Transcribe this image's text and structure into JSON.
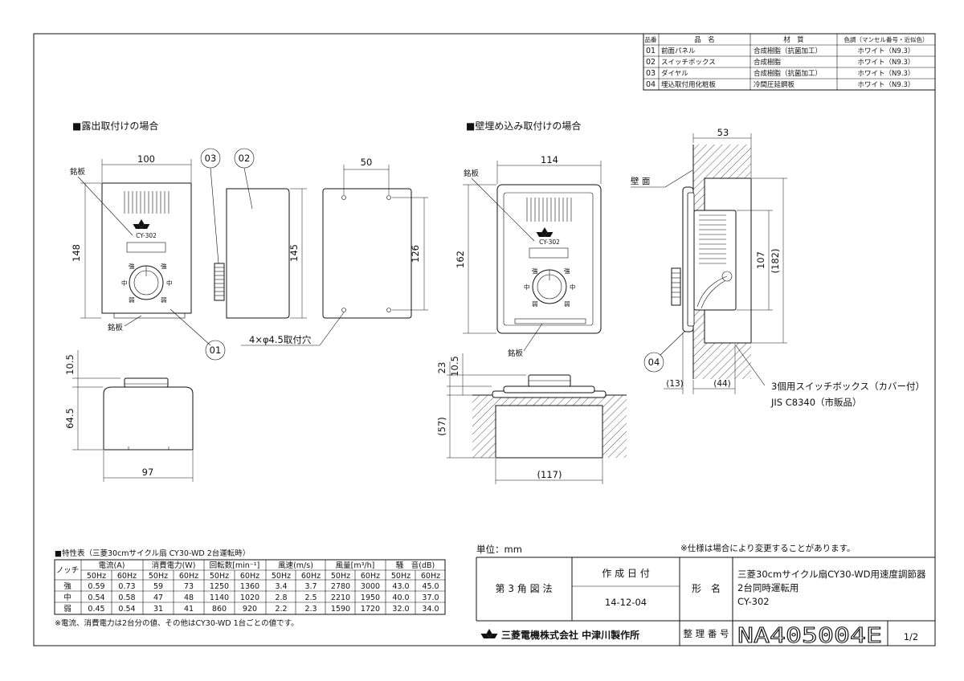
{
  "parts_table": {
    "headers": [
      "品番",
      "品　名",
      "材　質",
      "色調（マンセル番号・近似色）"
    ],
    "rows": [
      {
        "no": "01",
        "name": "前面パネル",
        "material": "合成樹脂（抗菌加工）",
        "color": "ホワイト（N9.3）"
      },
      {
        "no": "02",
        "name": "スイッチボックス",
        "material": "合成樹脂",
        "color": "ホワイト（N9.3）"
      },
      {
        "no": "03",
        "name": "ダイヤル",
        "material": "合成樹脂（抗菌加工）",
        "color": "ホワイト（N9.3）"
      },
      {
        "no": "04",
        "name": "埋込取付用化粧板",
        "material": "冷間圧延鋼板",
        "color": "ホワイト（N9.3）"
      }
    ]
  },
  "sections": {
    "surface": "■露出取付けの場合",
    "flush": "■壁埋め込み取付けの場合"
  },
  "labels": {
    "nameplate": "銘板",
    "wall_surface": "壁 面",
    "mount_holes": "4×φ4.5取付穴",
    "switchbox_line1": "3個用スイッチボックス（カバー付）",
    "switchbox_line2": "JIS C8340（市販品）",
    "device_model": "CY-302",
    "knob_strong": "強",
    "knob_medium": "中",
    "knob_weak": "弱"
  },
  "callouts": {
    "c01": "01",
    "c02": "02",
    "c03": "03",
    "c04": "04"
  },
  "dimensions": {
    "d100": "100",
    "d148": "148",
    "d145": "145",
    "d50": "50",
    "d126": "126",
    "d114": "114",
    "d162": "162",
    "d53": "53",
    "d107": "107",
    "d182": "(182)",
    "d10_5a": "10.5",
    "d64_5": "64.5",
    "d97": "97",
    "d23": "23",
    "d10_5b": "10.5",
    "d57": "(57)",
    "d117": "(117)",
    "d13": "(13)",
    "d44": "(44)"
  },
  "spec_table": {
    "title": "■特性表（三菱30cmサイクル扇 CY30-WD 2台運転時）",
    "notch_header": "ノッチ",
    "group_headers": [
      "電流(A)",
      "消費電力(W)",
      "回転数[min⁻¹]",
      "風速(m/s)",
      "風量[m³/h]",
      "騒　音(dB)"
    ],
    "freq": [
      "50Hz",
      "60Hz"
    ],
    "rows": [
      {
        "notch": "強",
        "values": [
          "0.59",
          "0.73",
          "59",
          "73",
          "1250",
          "1360",
          "3.4",
          "3.7",
          "2780",
          "3000",
          "43.0",
          "45.0"
        ]
      },
      {
        "notch": "中",
        "values": [
          "0.54",
          "0.58",
          "47",
          "48",
          "1140",
          "1020",
          "2.8",
          "2.5",
          "2210",
          "1950",
          "40.0",
          "37.0"
        ]
      },
      {
        "notch": "弱",
        "values": [
          "0.45",
          "0.54",
          "31",
          "41",
          "860",
          "920",
          "2.2",
          "2.3",
          "1590",
          "1720",
          "32.0",
          "34.0"
        ]
      }
    ],
    "note": "※電流、消費電力は2台分の値、その他はCY30-WD 1台ごとの値です。"
  },
  "title_block": {
    "unit": "単位：mm",
    "spec_note": "※仕様は場合により変更することがあります。",
    "projection": "第 3 角 図 法",
    "date_label": "作 成 日 付",
    "date": "14-12-04",
    "name_label": "形　名",
    "name_line1": "三菱30cmサイクル扇CY30-WD用速度調節器",
    "name_line2": "2台同時運転用",
    "name_line3": "CY-302",
    "company": "三菱電機株式会社 中津川製作所",
    "control_label": "整 理 番 号",
    "control_number": "NA405004E",
    "page": "1/2"
  },
  "icons": [
    "mitsubishi-logo"
  ]
}
